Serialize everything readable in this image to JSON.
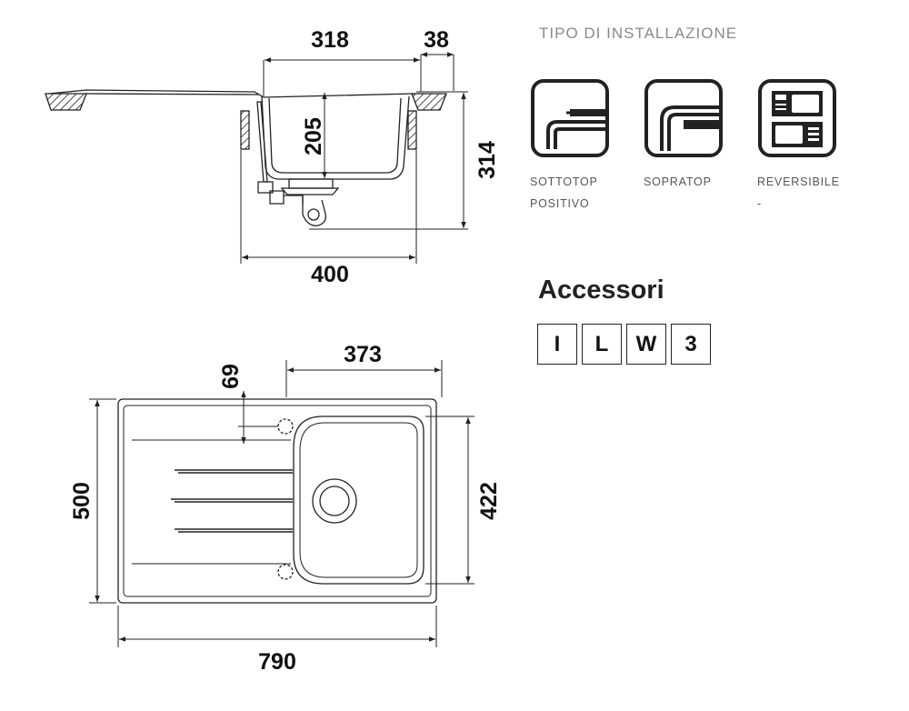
{
  "dimensions": {
    "top_view": {
      "width": "318",
      "rim": "38",
      "depth": "205",
      "height": "314",
      "cabinet": "400"
    },
    "plan_view": {
      "bowl_width": "373",
      "offset": "69",
      "depth": "500",
      "bowl_depth": "422",
      "length": "790"
    }
  },
  "installation": {
    "title": "TIPO DI INSTALLAZIONE",
    "types": [
      {
        "icon": "undermount-icon",
        "lines": [
          "SOTTOTOP",
          "POSITIVO"
        ]
      },
      {
        "icon": "overmount-icon",
        "lines": [
          "SOPRATOP",
          ""
        ]
      },
      {
        "icon": "reversible-icon",
        "lines": [
          "REVERSIBILE",
          "-"
        ]
      }
    ]
  },
  "accessories": {
    "title": "Accessori",
    "codes": [
      "I",
      "L",
      "W",
      "3"
    ]
  }
}
